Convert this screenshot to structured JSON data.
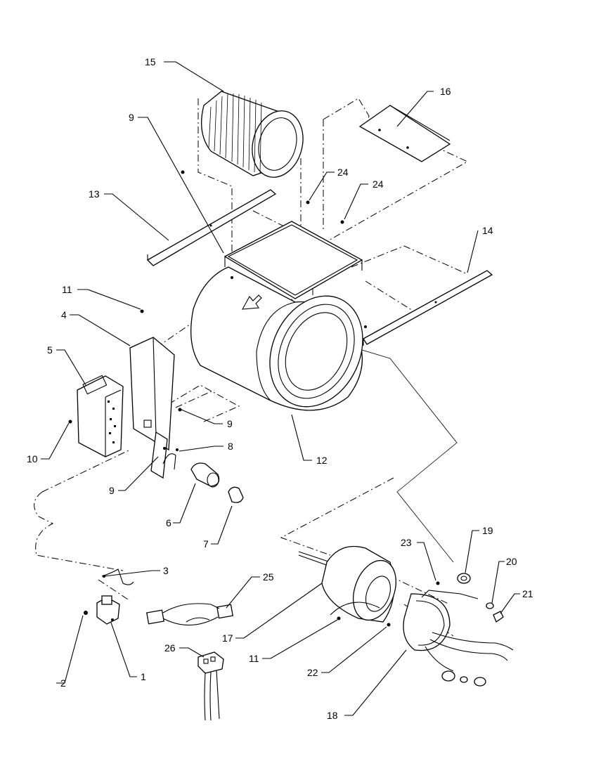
{
  "diagram": {
    "callouts": [
      {
        "id": "c15",
        "label": "15"
      },
      {
        "id": "c16",
        "label": "16"
      },
      {
        "id": "c9a",
        "label": "9"
      },
      {
        "id": "c24a",
        "label": "24"
      },
      {
        "id": "c24b",
        "label": "24"
      },
      {
        "id": "c13",
        "label": "13"
      },
      {
        "id": "c14",
        "label": "14"
      },
      {
        "id": "c11a",
        "label": "11"
      },
      {
        "id": "c4",
        "label": "4"
      },
      {
        "id": "c5",
        "label": "5"
      },
      {
        "id": "c9b",
        "label": "9"
      },
      {
        "id": "c10",
        "label": "10"
      },
      {
        "id": "c8",
        "label": "8"
      },
      {
        "id": "c12",
        "label": "12"
      },
      {
        "id": "c9c",
        "label": "9"
      },
      {
        "id": "c6",
        "label": "6"
      },
      {
        "id": "c7",
        "label": "7"
      },
      {
        "id": "c19",
        "label": "19"
      },
      {
        "id": "c23",
        "label": "23"
      },
      {
        "id": "c20",
        "label": "20"
      },
      {
        "id": "c3",
        "label": "3"
      },
      {
        "id": "c25",
        "label": "25"
      },
      {
        "id": "c21",
        "label": "21"
      },
      {
        "id": "c17",
        "label": "17"
      },
      {
        "id": "c11b",
        "label": "11"
      },
      {
        "id": "c26",
        "label": "26"
      },
      {
        "id": "c22",
        "label": "22"
      },
      {
        "id": "c2",
        "label": "2"
      },
      {
        "id": "c1",
        "label": "1"
      },
      {
        "id": "c18",
        "label": "18"
      }
    ]
  }
}
